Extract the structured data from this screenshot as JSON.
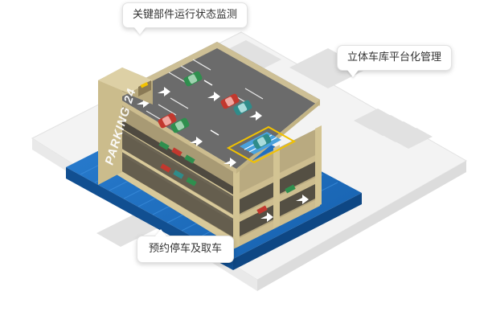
{
  "callouts": {
    "monitoring": "关键部件运行状态监测",
    "platform": "立体车库平台化管理",
    "booking": "预约停车及取车"
  },
  "building_sign": "PARKING 24",
  "colors": {
    "ground": "#f4f4f4",
    "road": "#e4e4e4",
    "base_blue": "#1d6fc1",
    "frame_beige": "#c9b98a",
    "frame_dark": "#8f8061",
    "roof_floor": "#666666",
    "accessible_blue": "#4aa2dd",
    "car_green": "#2f8f4e",
    "car_red": "#c2382e",
    "car_teal": "#2f8c8a"
  }
}
